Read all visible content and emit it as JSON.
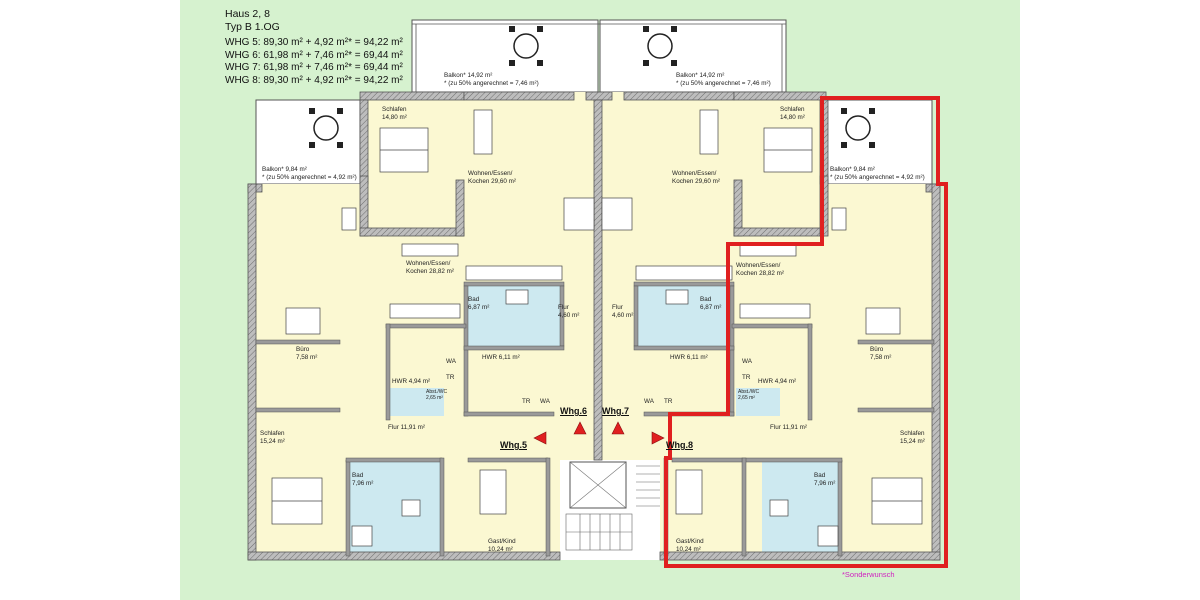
{
  "header": {
    "title": "Haus 2, 8",
    "subtitle": "Typ B   1.OG",
    "units": [
      "WHG 5: 89,30 m² + 4,92 m²* = 94,22 m²",
      "WHG 6: 61,98 m² + 7,46 m²* = 69,44 m²",
      "WHG 7: 61,98 m² + 7,46 m²* = 69,44 m²",
      "WHG 8: 89,30 m² + 4,92 m²* = 94,22 m²"
    ]
  },
  "rooms": {
    "balkon_top_left": {
      "name": "Balkon* 14,92 m²",
      "note": "* (zu 50% angerechnet = 7,46 m²)"
    },
    "balkon_top_right": {
      "name": "Balkon* 14,92 m²",
      "note": "* (zu 50% angerechnet = 7,46 m²)"
    },
    "balkon_left": {
      "name": "Balkon* 9,84 m²",
      "note": "* (zu 50% angerechnet = 4,92 m²)"
    },
    "balkon_right": {
      "name": "Balkon* 9,84 m²",
      "note": "* (zu 50% angerechnet = 4,92 m²)"
    },
    "schlafen_ul": {
      "name": "Schlafen",
      "area": "14,80 m²"
    },
    "schlafen_ur": {
      "name": "Schlafen",
      "area": "14,80 m²"
    },
    "wohnen_6": {
      "name": "Wohnen/Essen/",
      "sub": "Kochen 29,60 m²"
    },
    "wohnen_7": {
      "name": "Wohnen/Essen/",
      "sub": "Kochen 29,60 m²"
    },
    "wohnen_5": {
      "name": "Wohnen/Essen/",
      "sub": "Kochen 28,82 m²"
    },
    "wohnen_8": {
      "name": "Wohnen/Essen/",
      "sub": "Kochen 28,82 m²"
    },
    "bad_6": {
      "name": "Bad",
      "area": "6,87 m²"
    },
    "bad_7": {
      "name": "Bad",
      "area": "6,87 m²"
    },
    "flur_6": {
      "name": "Flur",
      "area": "4,60 m²"
    },
    "flur_7": {
      "name": "Flur",
      "area": "4,60 m²"
    },
    "hwr_6": {
      "name": "HWR 6,11 m²"
    },
    "hwr_7": {
      "name": "HWR 6,11 m²"
    },
    "buero_5": {
      "name": "Büro",
      "area": "7,58 m²"
    },
    "buero_8": {
      "name": "Büro",
      "area": "7,58 m²"
    },
    "hwr_5": {
      "name": "HWR 4,94 m²"
    },
    "hwr_8": {
      "name": "HWR 4,94 m²"
    },
    "gast_wc_5": {
      "name": "Abst./WC",
      "area": "2,65 m²"
    },
    "gast_wc_8": {
      "name": "Abst./WC",
      "area": "2,65 m²"
    },
    "flur_5": {
      "name": "Flur 11,91 m²"
    },
    "flur_8": {
      "name": "Flur 11,91 m²"
    },
    "schlafen_ll": {
      "name": "Schlafen",
      "area": "15,24 m²"
    },
    "schlafen_lr": {
      "name": "Schlafen",
      "area": "15,24 m²"
    },
    "bad_5": {
      "name": "Bad",
      "area": "7,96 m²"
    },
    "bad_8": {
      "name": "Bad",
      "area": "7,96 m²"
    },
    "gast_5": {
      "name": "Gast/Kind",
      "area": "10,24 m²"
    },
    "gast_8": {
      "name": "Gast/Kind",
      "area": "10,24 m²"
    }
  },
  "appliances": {
    "tr": "TR",
    "wa": "WA"
  },
  "apartments": {
    "whg5": "Whg.5",
    "whg6": "Whg.6",
    "whg7": "Whg.7",
    "whg8": "Whg.8"
  },
  "footnote": "*Sonderwunsch",
  "colors": {
    "background": "#d6f2cf",
    "living": "#fbf8d2",
    "bath": "#cde9f0",
    "wall": "#8c8c8c",
    "highlight": "#e02020",
    "arrow": "#e02020"
  }
}
